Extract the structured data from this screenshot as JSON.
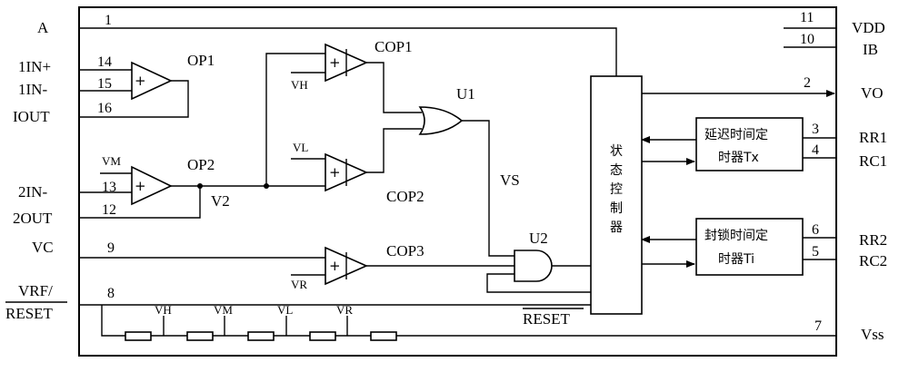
{
  "pins": {
    "a": "A",
    "in1p": "1IN+",
    "in1m": "1IN-",
    "iout": "IOUT",
    "in2m": "2IN-",
    "out2": "2OUT",
    "vc": "VC",
    "vrf": "VRF/",
    "reset": "RESET",
    "vdd": "VDD",
    "ib": "IB",
    "vo": "VO",
    "rr1": "RR1",
    "rc1": "RC1",
    "rr2": "RR2",
    "rc2": "RC2",
    "vss": "Vss"
  },
  "pin_numbers": {
    "p1": "1",
    "p2": "2",
    "p3": "3",
    "p4": "4",
    "p5": "5",
    "p6": "6",
    "p7": "7",
    "p8": "8",
    "p9": "9",
    "p10": "10",
    "p11": "11",
    "p12": "12",
    "p13": "13",
    "p14": "14",
    "p15": "15",
    "p16": "16"
  },
  "components": {
    "op1": "OP1",
    "op2": "OP2",
    "cop1": "COP1",
    "cop2": "COP2",
    "cop3": "COP3",
    "u1": "U1",
    "u2": "U2",
    "v2": "V2",
    "vs": "VS",
    "reset_line": "RESET"
  },
  "signals": {
    "vh": "VH",
    "vl": "VL",
    "vm": "VM",
    "vr": "VR",
    "vm_op2": "VM",
    "vh_cop1": "VH",
    "vl_cop2": "VL",
    "vr_cop3": "VR"
  },
  "blocks": {
    "controller": [
      "状",
      "态",
      "控",
      "制",
      "器"
    ],
    "delay_timer": [
      "延迟时间定",
      "时器Tx"
    ],
    "lock_timer": [
      "封锁时间定",
      "时器Ti"
    ]
  },
  "symbols": {
    "plus": "+"
  }
}
